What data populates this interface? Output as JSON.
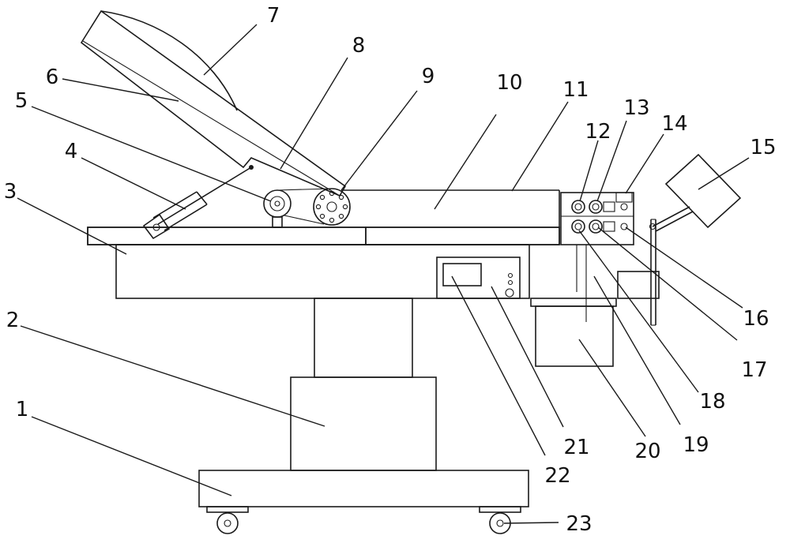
{
  "diagram": {
    "labels": [
      {
        "id": "1",
        "text": "1"
      },
      {
        "id": "2",
        "text": "2"
      },
      {
        "id": "3",
        "text": "3"
      },
      {
        "id": "4",
        "text": "4"
      },
      {
        "id": "5",
        "text": "5"
      },
      {
        "id": "6",
        "text": "6"
      },
      {
        "id": "7",
        "text": "7"
      },
      {
        "id": "8",
        "text": "8"
      },
      {
        "id": "9",
        "text": "9"
      },
      {
        "id": "10",
        "text": "10"
      },
      {
        "id": "11",
        "text": "11"
      },
      {
        "id": "12",
        "text": "12"
      },
      {
        "id": "13",
        "text": "13"
      },
      {
        "id": "14",
        "text": "14"
      },
      {
        "id": "15",
        "text": "15"
      },
      {
        "id": "16",
        "text": "16"
      },
      {
        "id": "17",
        "text": "17"
      },
      {
        "id": "18",
        "text": "18"
      },
      {
        "id": "19",
        "text": "19"
      },
      {
        "id": "20",
        "text": "20"
      },
      {
        "id": "21",
        "text": "21"
      },
      {
        "id": "22",
        "text": "22"
      },
      {
        "id": "23",
        "text": "23"
      }
    ]
  }
}
